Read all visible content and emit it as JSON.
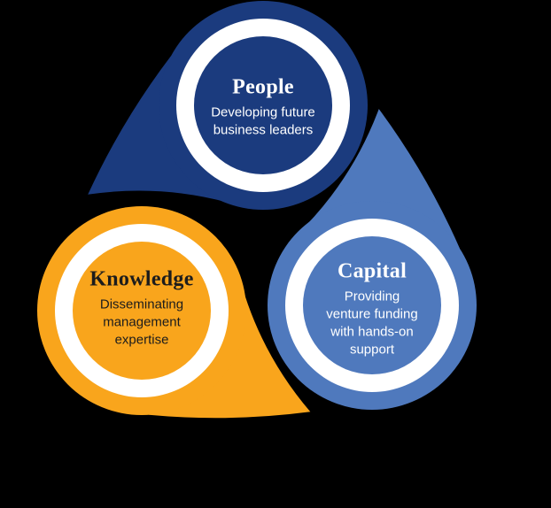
{
  "background_color": "#000000",
  "diagram": {
    "cards": [
      {
        "id": "people",
        "title": "People",
        "lines": [
          "Developing future",
          "business leaders"
        ],
        "color": "#1B3B7E",
        "ring_color": "#FFFFFF",
        "text_color": "#FFFFFF"
      },
      {
        "id": "knowledge",
        "title": "Knowledge",
        "lines": [
          "Disseminating",
          "management",
          "expertise"
        ],
        "color": "#F9A51C",
        "ring_color": "#FFFFFF",
        "text_color": "#1C1C1C"
      },
      {
        "id": "capital",
        "title": "Capital",
        "lines": [
          "Providing",
          "venture funding",
          "with hands-on",
          "support"
        ],
        "color": "#4F79BD",
        "ring_color": "#FFFFFF",
        "text_color": "#FFFFFF"
      }
    ]
  }
}
